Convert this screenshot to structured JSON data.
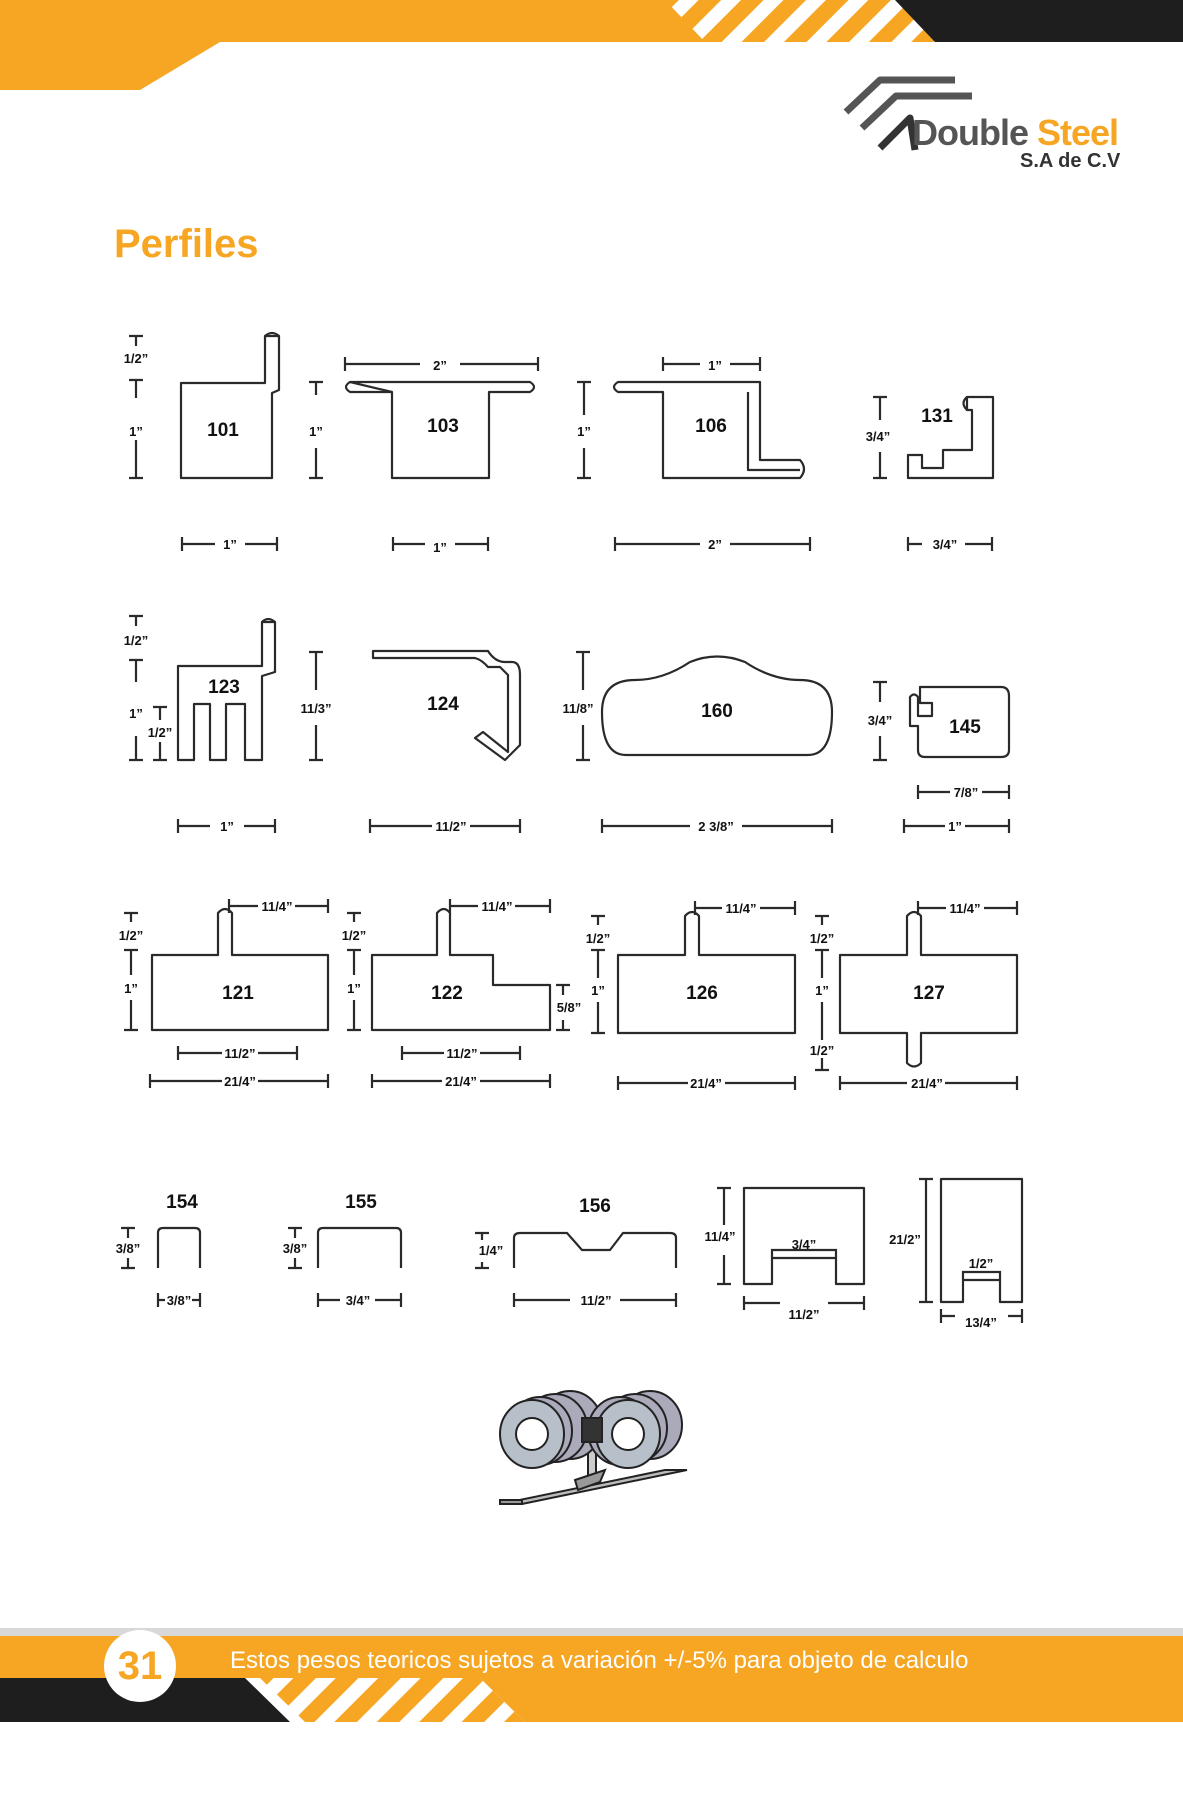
{
  "page": {
    "title": "Perfiles",
    "number": "31",
    "footer_note": "Estos pesos teoricos sujetos a variación +/-5% para objeto de calculo"
  },
  "logo": {
    "name_part1": "Double",
    "name_part2": "Steel",
    "subtitle": "S.A de C.V"
  },
  "colors": {
    "accent": "#f6a623",
    "dark": "#1e1e1e",
    "line": "#2a2a2a"
  },
  "profiles": [
    {
      "id": "101",
      "dims": [
        "1/2”",
        "1”",
        "1”"
      ]
    },
    {
      "id": "103",
      "dims": [
        "2”",
        "1”",
        "1”"
      ]
    },
    {
      "id": "106",
      "dims": [
        "1”",
        "1”",
        "2”"
      ]
    },
    {
      "id": "131",
      "dims": [
        "3/4”",
        "3/4”"
      ]
    },
    {
      "id": "123",
      "dims": [
        "1/2”",
        "1”",
        "1/2”",
        "1”"
      ]
    },
    {
      "id": "124",
      "dims": [
        "11/3”",
        "11/2”"
      ]
    },
    {
      "id": "160",
      "dims": [
        "11/8”",
        "2 3/8”"
      ]
    },
    {
      "id": "145",
      "dims": [
        "3/4”",
        "7/8”",
        "1”"
      ]
    },
    {
      "id": "121",
      "dims": [
        "11/4”",
        "1/2”",
        "1”",
        "11/2”",
        "21/4”"
      ]
    },
    {
      "id": "122",
      "dims": [
        "11/4”",
        "1/2”",
        "1”",
        "5/8”",
        "11/2”",
        "21/4”"
      ]
    },
    {
      "id": "126",
      "dims": [
        "11/4”",
        "1/2”",
        "1”",
        "21/4”"
      ]
    },
    {
      "id": "127",
      "dims": [
        "11/4”",
        "1/2”",
        "1”",
        "1/2”",
        "21/4”"
      ]
    },
    {
      "id": "154",
      "dims": [
        "3/8”",
        "3/8”"
      ]
    },
    {
      "id": "155",
      "dims": [
        "3/8”",
        "3/4”"
      ]
    },
    {
      "id": "156",
      "dims": [
        "1/4”",
        "11/2”"
      ]
    },
    {
      "id": "",
      "dims": [
        "11/4”",
        "3/4”",
        "11/2”"
      ]
    },
    {
      "id": "",
      "dims": [
        "21/2”",
        "1/2”",
        "13/4”"
      ]
    }
  ]
}
